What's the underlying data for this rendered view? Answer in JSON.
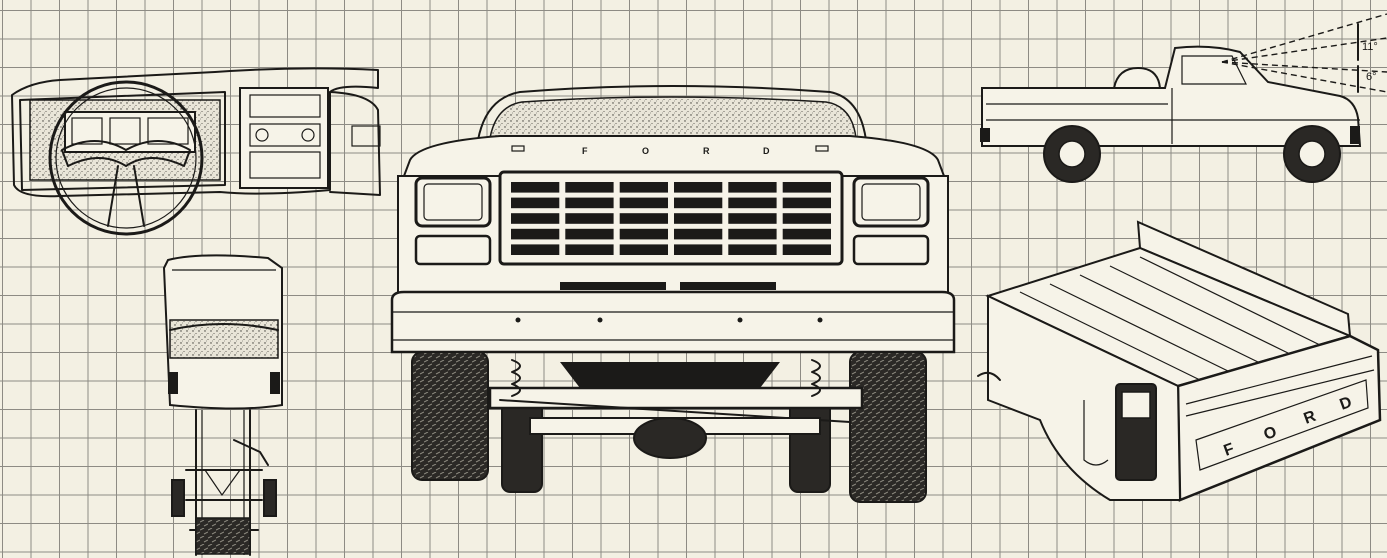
{
  "diagram": {
    "views": [
      {
        "name": "dashboard-view"
      },
      {
        "name": "top-view"
      },
      {
        "name": "front-view"
      },
      {
        "name": "side-view"
      },
      {
        "name": "cargo-bed-view"
      }
    ],
    "hood_letters": [
      "F",
      "O",
      "R",
      "D"
    ],
    "tailgate_letters": [
      "F",
      "O",
      "R",
      "D"
    ],
    "angle_upper": "11°",
    "angle_lower": "6°",
    "colors": {
      "paper": "#f3f0e3",
      "grid": "#8d8b84",
      "ink": "#1b1a18"
    }
  }
}
